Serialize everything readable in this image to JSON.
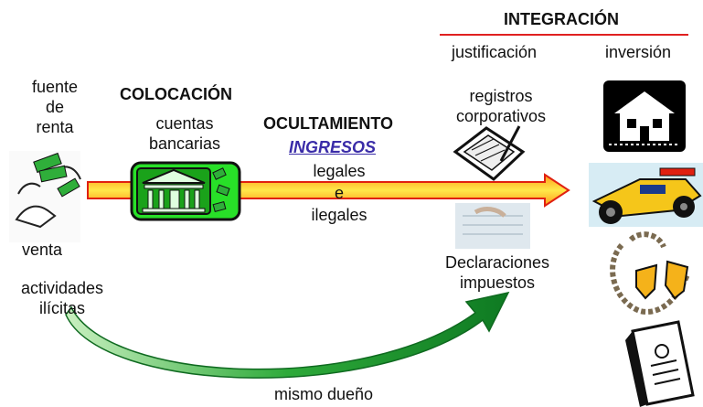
{
  "sections": {
    "integration": {
      "title": "INTEGRACIÓN",
      "col_justification": "justificación",
      "col_investment": "inversión"
    },
    "placement": {
      "title": "COLOCACIÓN",
      "line1": "cuentas",
      "line2": "bancarias"
    },
    "layering": {
      "title": "OCULTAMIENTO",
      "highlight": "INGRESOS",
      "line1": "legales",
      "line2": "e",
      "line3": "ilegales"
    }
  },
  "left": {
    "source_line1": "fuente",
    "source_line2": "de",
    "source_line3": "renta",
    "sale": "venta",
    "activities_line1": "actividades",
    "activities_line2": "ilícitas"
  },
  "justification": {
    "records_line1": "registros",
    "records_line2": "corporativos",
    "declarations_line1": "Declaraciones",
    "declarations_line2": "impuestos"
  },
  "bottom": {
    "label": "mismo dueño"
  },
  "icons": [
    "money-hands-icon",
    "bank-icon",
    "document-signing-icon",
    "tax-paper-icon",
    "house-icon",
    "race-car-icon",
    "necklace-icon",
    "certificate-icon"
  ],
  "colors": {
    "arrow_orange": "#f5a020",
    "arrow_red": "#e02010",
    "arrow_yellow": "#ffe84a",
    "bank_green": "#28e028",
    "curve_green": "#1e8e2a",
    "ingresos_blue": "#3a2ca8",
    "integration_line": "#e02020"
  }
}
